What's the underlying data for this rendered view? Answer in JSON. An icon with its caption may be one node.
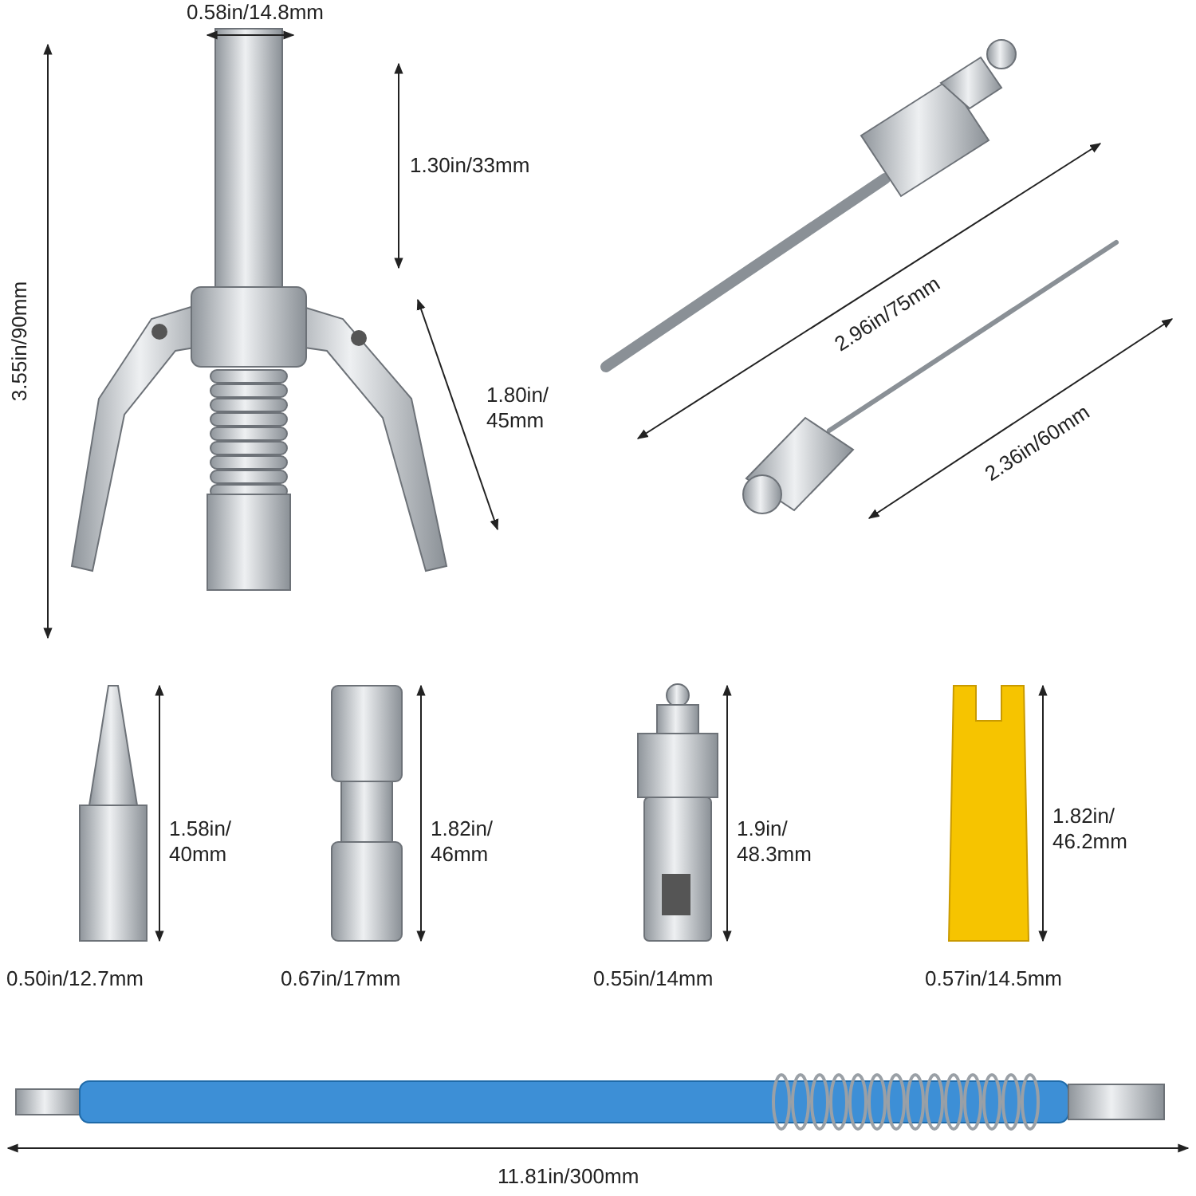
{
  "diagram": {
    "labels": [
      "0.58in/14.8mm",
      "1.30in/33mm",
      "3.55in/90mm",
      "1.80in/ 45mm",
      "2.96in/75mm",
      "2.36in/60mm",
      "1.58in/ 40mm",
      "1.82in/ 46mm",
      "1.9in/ 48.3mm",
      "1.82in/ 46.2mm",
      "0.50in/12.7mm",
      "0.67in/17mm",
      "0.55in/14mm",
      "0.57in/14.5mm",
      "11.81in/300mm"
    ]
  }
}
